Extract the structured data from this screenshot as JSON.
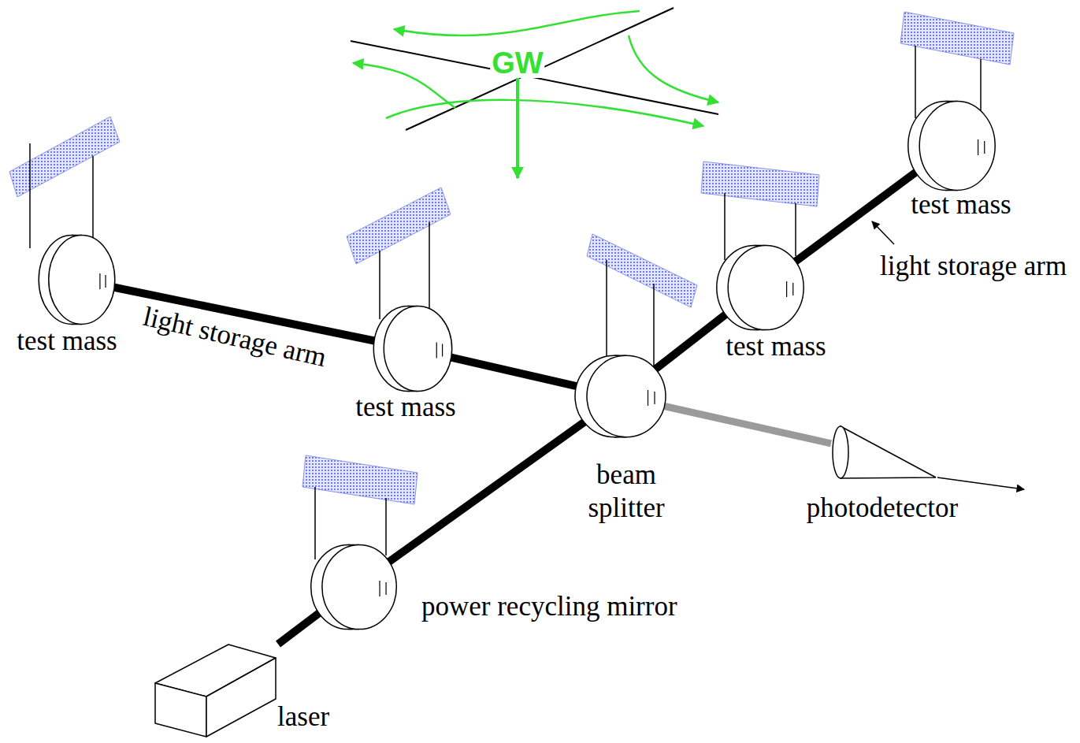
{
  "diagram": {
    "nodes": [
      {
        "text": [
          "test mass"
        ]
      },
      {
        "text": [
          "test mass"
        ]
      },
      {
        "text": [
          "beam splitter"
        ]
      },
      {
        "text": [
          "test mass"
        ]
      },
      {
        "text": [
          "test mass"
        ]
      },
      {
        "text": [
          "photodetector"
        ]
      },
      {
        "text": [
          "power recycling mirror"
        ]
      },
      {
        "text": [
          "laser"
        ]
      }
    ],
    "edges": [
      {
        "from": 7,
        "to": 6,
        "arrow": "none"
      },
      {
        "from": 6,
        "to": 2,
        "arrow": "none"
      },
      {
        "from": 2,
        "to": 1,
        "arrow": "none"
      },
      {
        "from": 1,
        "to": 0,
        "label": "light storage arm",
        "arrow": "none"
      },
      {
        "from": 2,
        "to": 3,
        "arrow": "none"
      },
      {
        "from": 3,
        "to": 4,
        "label": "light storage arm",
        "arrow": "none"
      },
      {
        "from": 2,
        "to": 5,
        "arrow": "none"
      }
    ],
    "labels": [
      "GW"
    ]
  }
}
